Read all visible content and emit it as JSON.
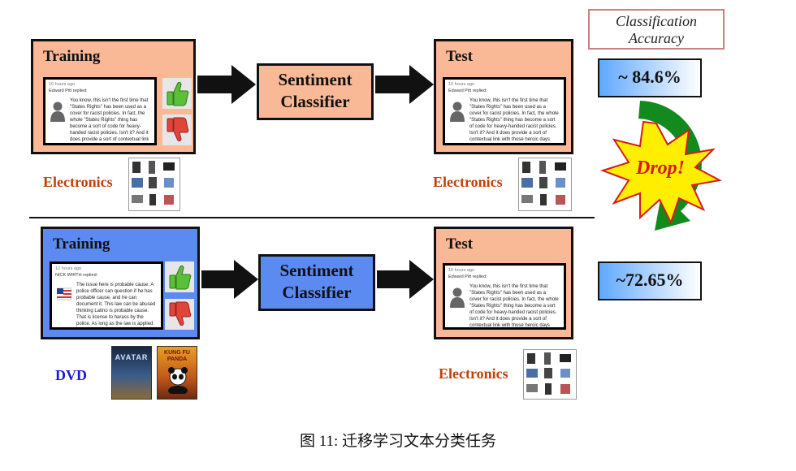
{
  "header": {
    "accuracy_title_line1": "Classification",
    "accuracy_title_line2": "Accuracy"
  },
  "top_row": {
    "train_title": "Training",
    "test_title": "Test",
    "classifier_line1": "Sentiment",
    "classifier_line2": "Classifier",
    "train_domain": "Electronics",
    "test_domain": "Electronics",
    "accuracy": "~ 84.6%"
  },
  "bottom_row": {
    "train_title": "Training",
    "test_title": "Test",
    "classifier_line1": "Sentiment",
    "classifier_line2": "Classifier",
    "train_domain": "DVD",
    "test_domain": "Electronics",
    "accuracy": "~72.65%"
  },
  "drop_label": "Drop!",
  "reviews": {
    "electronics": {
      "meta": "10 hours ago",
      "author": "Edward Pitt replied:",
      "body": "You know, this isn't the first time that \"States Rights\" has been used as a cover for racist policies. In fact, the whole \"States Rights\" thing has become a sort of code for heavy-handed racist policies. Isn't it? And it does provide a sort of contextual link with those heroic days when evil was confronted in places like Selma and Little Rock, doesn't it? Thanks for making that link explicit."
    },
    "dvd": {
      "meta": "12 hours ago",
      "author": "NICK WIRTH replied:",
      "body": "The issue here is probable cause. A police officer can question if he has probable cause, and he can document it. This law can be abused thinking Latino is probable cause. That is license to harass by the police. As long as the law is applied fairly there should not be a problem. As for documentation, Most states have laws that citizens must carry valid state ID, and to one cares. There is no reason the Executive branch needed to get involved in what the Court should decide."
    }
  },
  "dvd_covers": [
    "AVATAR",
    "KUNG FU PANDA"
  ],
  "caption": "图 11: 迁移学习文本分类任务",
  "colors": {
    "salmon": "#f9b896",
    "blue_panel": "#5b8af0",
    "accuracy_gradient_start": "#5fa8ff",
    "accuracy_gradient_end": "#ffffff",
    "domain_red": "#c0400b",
    "domain_blue": "#1a1ad6",
    "drop_star": "#ffee00",
    "drop_arrow": "#138a1e",
    "thumb_up": "#5cbf3a",
    "thumb_down": "#e0453a"
  }
}
